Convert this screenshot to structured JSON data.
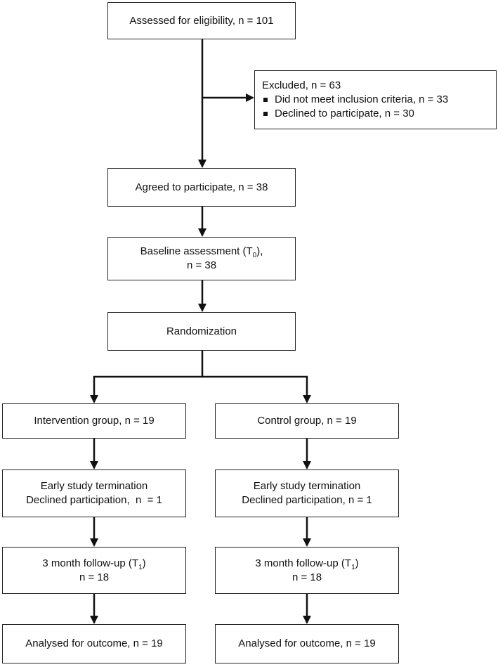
{
  "nodes": {
    "assessed": {
      "lines": [
        "Assessed for eligibility, n = 101"
      ]
    },
    "excluded": {
      "title": "Excluded, n = 63",
      "items": [
        "Did not meet inclusion criteria, n = 33",
        "Declined to participate, n = 30"
      ]
    },
    "agreed": {
      "lines": [
        "Agreed to participate, n = 38"
      ]
    },
    "baseline": {
      "line1_pre": "Baseline assessment (T",
      "line1_sub": "0",
      "line1_post": "),",
      "line2": "n = 38"
    },
    "randomization": {
      "lines": [
        "Randomization"
      ]
    },
    "intervention_group": {
      "lines": [
        "Intervention group, n = 19"
      ]
    },
    "control_group": {
      "lines": [
        "Control group, n = 19"
      ]
    },
    "intervention_termination": {
      "lines": [
        "Early study termination",
        "Declined participation,  n  = 1"
      ]
    },
    "control_termination": {
      "lines": [
        "Early study termination",
        "Declined participation, n = 1"
      ]
    },
    "intervention_followup": {
      "line1_pre": "3 month follow-up (T",
      "line1_sub": "1",
      "line1_post": ")",
      "line2": "n = 18"
    },
    "control_followup": {
      "line1_pre": "3 month follow-up (T",
      "line1_sub": "1",
      "line1_post": ")",
      "line2": "n = 18"
    },
    "intervention_analysed": {
      "lines": [
        "Analysed for outcome, n = 19"
      ]
    },
    "control_analysed": {
      "lines": [
        "Analysed for outcome, n = 19"
      ]
    }
  },
  "colors": {
    "stroke": "#111111",
    "background": "#ffffff"
  }
}
